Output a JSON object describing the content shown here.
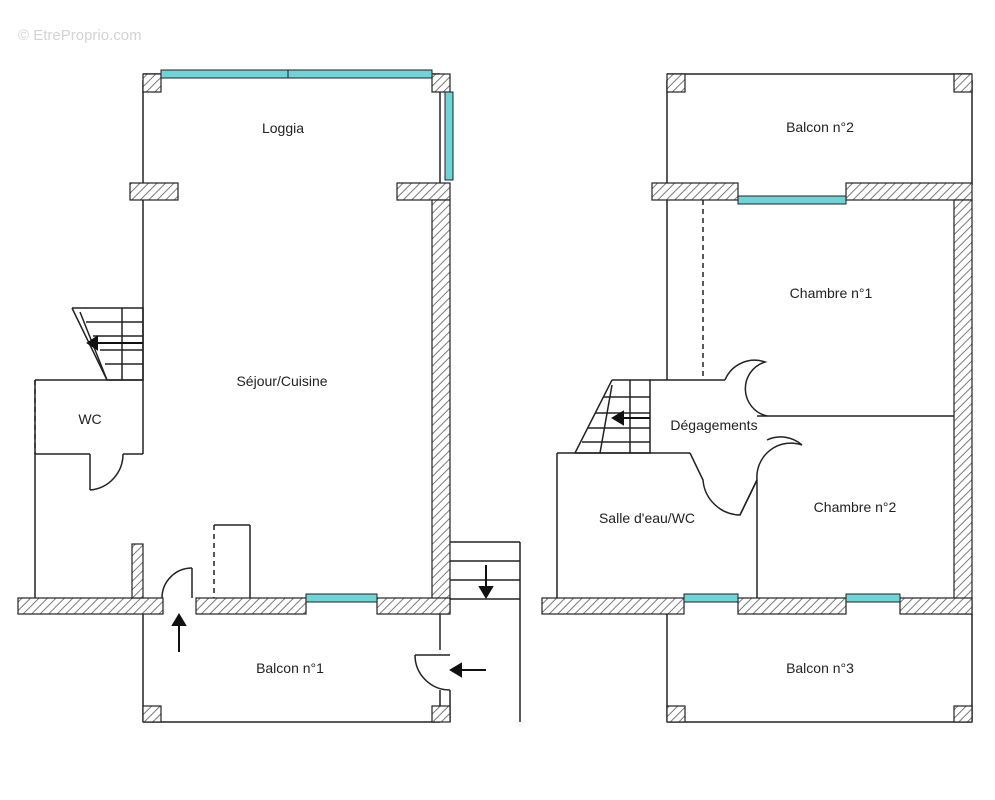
{
  "watermark": "© EtreProprio.com",
  "colors": {
    "wall_line": "#222222",
    "hatch": "#7a7a7a",
    "window": "#6fd3d8",
    "background": "#ffffff"
  },
  "rooms": {
    "loggia": "Loggia",
    "sejour": "Séjour/Cuisine",
    "wc": "WC",
    "balcon1": "Balcon n°1",
    "balcon2": "Balcon n°2",
    "chambre1": "Chambre n°1",
    "chambre2": "Chambre n°2",
    "degagements": "Dégagements",
    "salle_eau": "Salle d'eau/WC",
    "balcon3": "Balcon n°3"
  }
}
